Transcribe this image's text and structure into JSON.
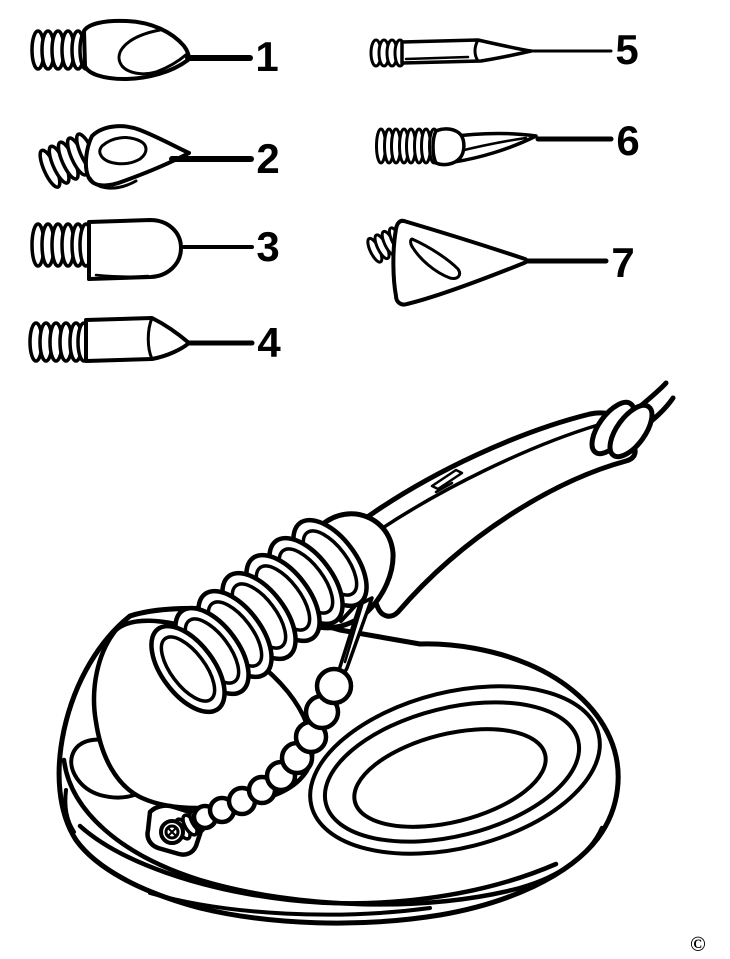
{
  "figure": {
    "type": "parts-diagram",
    "subject": "soldering iron interchangeable tips and spring holder stand",
    "line_color": "#000000",
    "background_color": "#ffffff",
    "parts": [
      {
        "number": "1",
        "icon": "chisel-hoof-tip-icon"
      },
      {
        "number": "2",
        "icon": "pointed-leaf-tip-icon"
      },
      {
        "number": "3",
        "icon": "round-cylinder-tip-icon"
      },
      {
        "number": "4",
        "icon": "conical-point-tip-icon"
      },
      {
        "number": "5",
        "icon": "slim-pencil-tip-icon"
      },
      {
        "number": "6",
        "icon": "knife-blade-tip-icon"
      },
      {
        "number": "7",
        "icon": "wide-spade-tip-icon"
      }
    ],
    "stand": {
      "icon": "soldering-iron-in-spring-stand-icon"
    },
    "copyright_symbol": "©"
  }
}
